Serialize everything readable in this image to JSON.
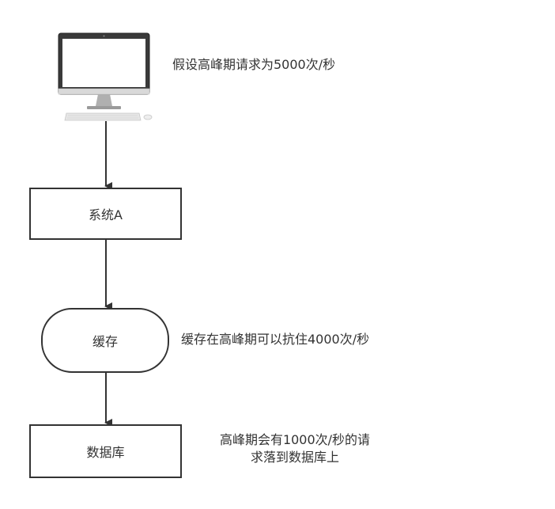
{
  "nodes": {
    "computer": {
      "icon": "desktop-computer-icon"
    },
    "system_a": {
      "label": "系统A"
    },
    "cache": {
      "label": "缓存"
    },
    "database": {
      "label": "数据库"
    }
  },
  "annotations": {
    "peak_requests": "假设高峰期请求为5000次/秒",
    "cache_capacity": "缓存在高峰期可以抗住4000次/秒",
    "db_requests_line1": "高峰期会有1000次/秒的请",
    "db_requests_line2": "求落到数据库上"
  },
  "colors": {
    "stroke": "#333333",
    "text": "#333333",
    "monitor_frame": "#3a3a3a",
    "monitor_screen": "#ffffff",
    "stand": "#b0b0b0",
    "keyboard": "#e6e6e6"
  }
}
